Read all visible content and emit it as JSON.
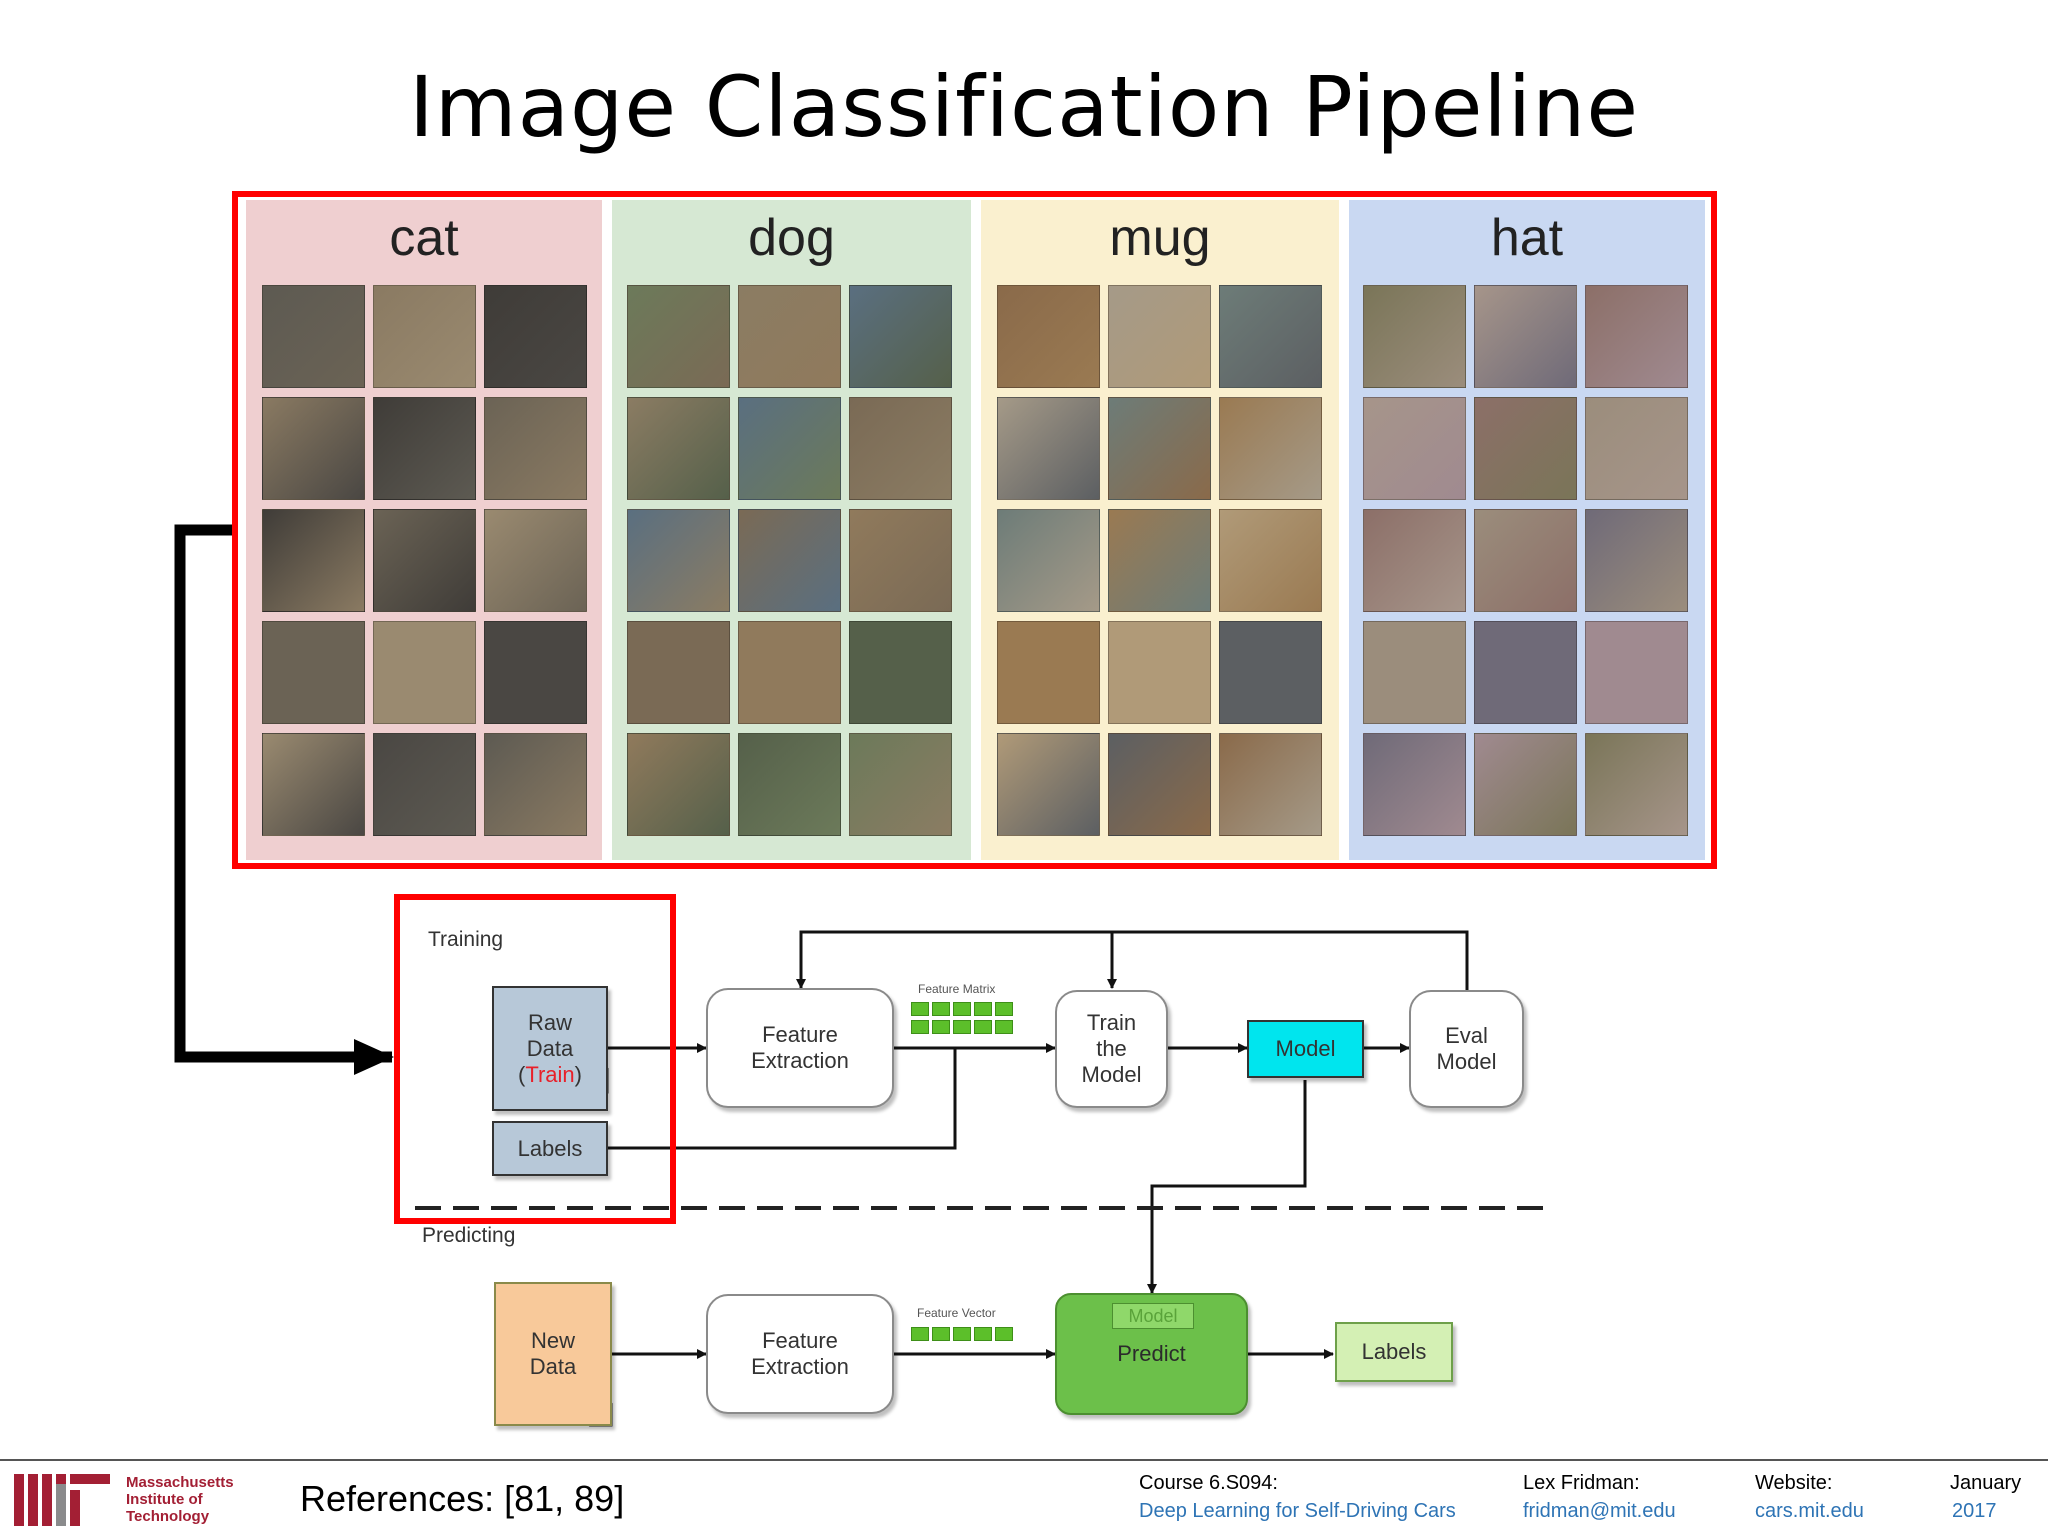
{
  "title": "Image Classification Pipeline",
  "categories": [
    {
      "label": "cat",
      "color": "#efcfd0"
    },
    {
      "label": "dog",
      "color": "#d6e8d3"
    },
    {
      "label": "mug",
      "color": "#faf0cf"
    },
    {
      "label": "hat",
      "color": "#c9d8f2"
    }
  ],
  "diagram": {
    "training_label": "Training",
    "predicting_label": "Predicting",
    "raw_data_line1": "Raw",
    "raw_data_line2": "Data",
    "raw_data_open": "(",
    "raw_data_train": "Train",
    "raw_data_close": ")",
    "labels_box": "Labels",
    "feature_extraction_1": "Feature Extraction",
    "feature_matrix": "Feature Matrix",
    "train_model": "Train the Model",
    "model": "Model",
    "eval_model": "Eval Model",
    "new_data": "New Data",
    "feature_extraction_2": "Feature Extraction",
    "feature_vector": "Feature Vector",
    "predict_model_tag": "Model",
    "predict": "Predict",
    "labels_out": "Labels"
  },
  "colors": {
    "highlight_red": "#ff0000",
    "raw_data_fill": "#b7c8d8",
    "model_fill": "#00e5ee",
    "predict_fill": "#6cc04a",
    "new_data_fill": "#f8c99a",
    "labels_out_fill": "#d4f0b4",
    "link_blue": "#2e74b5",
    "mit_red": "#a31f34"
  },
  "footer": {
    "references": "References: [81, 89]",
    "course_label": "Course 6.S094:",
    "course_name": "Deep Learning for Self-Driving Cars",
    "author_label": "Lex Fridman:",
    "author_email": "fridman@mit.edu",
    "website_label": "Website:",
    "website": "cars.mit.edu",
    "month": "January",
    "year": "2017",
    "mit_line1": "Massachusetts",
    "mit_line2": "Institute of",
    "mit_line3": "Technology"
  }
}
